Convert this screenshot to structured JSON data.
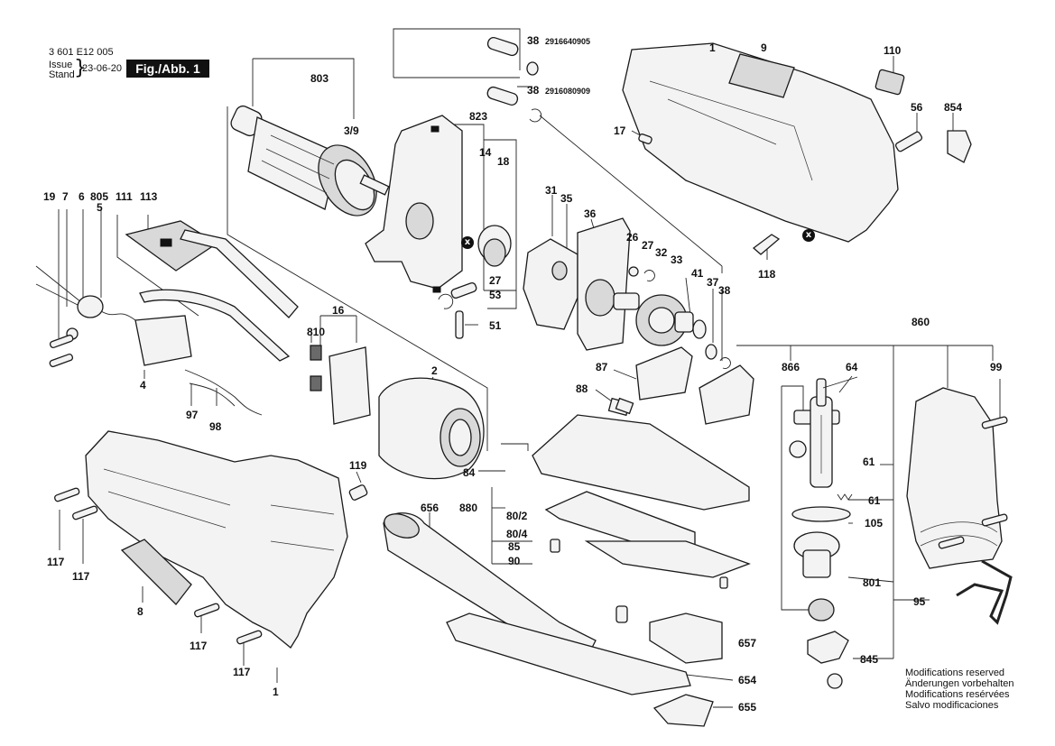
{
  "header": {
    "doc_number": "3 601 E12 005",
    "issue_label": "Issue",
    "stand_label": "Stand",
    "date": "23-06-20",
    "figure_label": "Fig./Abb. 1"
  },
  "part_numbers": {
    "seal_top": "2916640905",
    "seal_bottom": "2916080909"
  },
  "callouts": {
    "c1_top": "1",
    "c9": "9",
    "c110": "110",
    "c38_top": "38",
    "c38_mid": "38",
    "c803": "803",
    "c3_9": "3/9",
    "c823": "823",
    "c14": "14",
    "c18": "18",
    "c17": "17",
    "c56": "56",
    "c854": "854",
    "c31": "31",
    "c35": "35",
    "c36": "36",
    "c26": "26",
    "c27_right": "27",
    "c32": "32",
    "c33": "33",
    "c19": "19",
    "c7": "7",
    "c6": "6",
    "c805": "805",
    "c111": "111",
    "c113": "113",
    "c5": "5",
    "c27_left": "27",
    "c53": "53",
    "c51": "51",
    "c41": "41",
    "c37": "37",
    "c38_right": "38",
    "c118": "118",
    "c810": "810",
    "c16": "16",
    "c2": "2",
    "c4": "4",
    "c97": "97",
    "c98": "98",
    "c87": "87",
    "c88": "88",
    "c860": "860",
    "c866": "866",
    "c64": "64",
    "c99": "99",
    "c119": "119",
    "c84": "84",
    "c880": "880",
    "c80_2": "80/2",
    "c80_4": "80/4",
    "c85": "85",
    "c90": "90",
    "c656": "656",
    "c61_a": "61",
    "c61_b": "61",
    "c105": "105",
    "c801": "801",
    "c95": "95",
    "c657": "657",
    "c654": "654",
    "c655": "655",
    "c845": "845",
    "c117_a": "117",
    "c117_b": "117",
    "c117_c": "117",
    "c117_d": "117",
    "c8": "8",
    "c1_bottom": "1"
  },
  "marker_symbol": "x",
  "notice": [
    "Modifications reserved",
    "Änderungen vorbehalten",
    "Modifications resérvées",
    "Salvo modificaciones"
  ],
  "colors": {
    "ink": "#111111",
    "paper": "#ffffff",
    "part_fill": "#f3f3f3",
    "dark_part": "#6a6a6a"
  }
}
